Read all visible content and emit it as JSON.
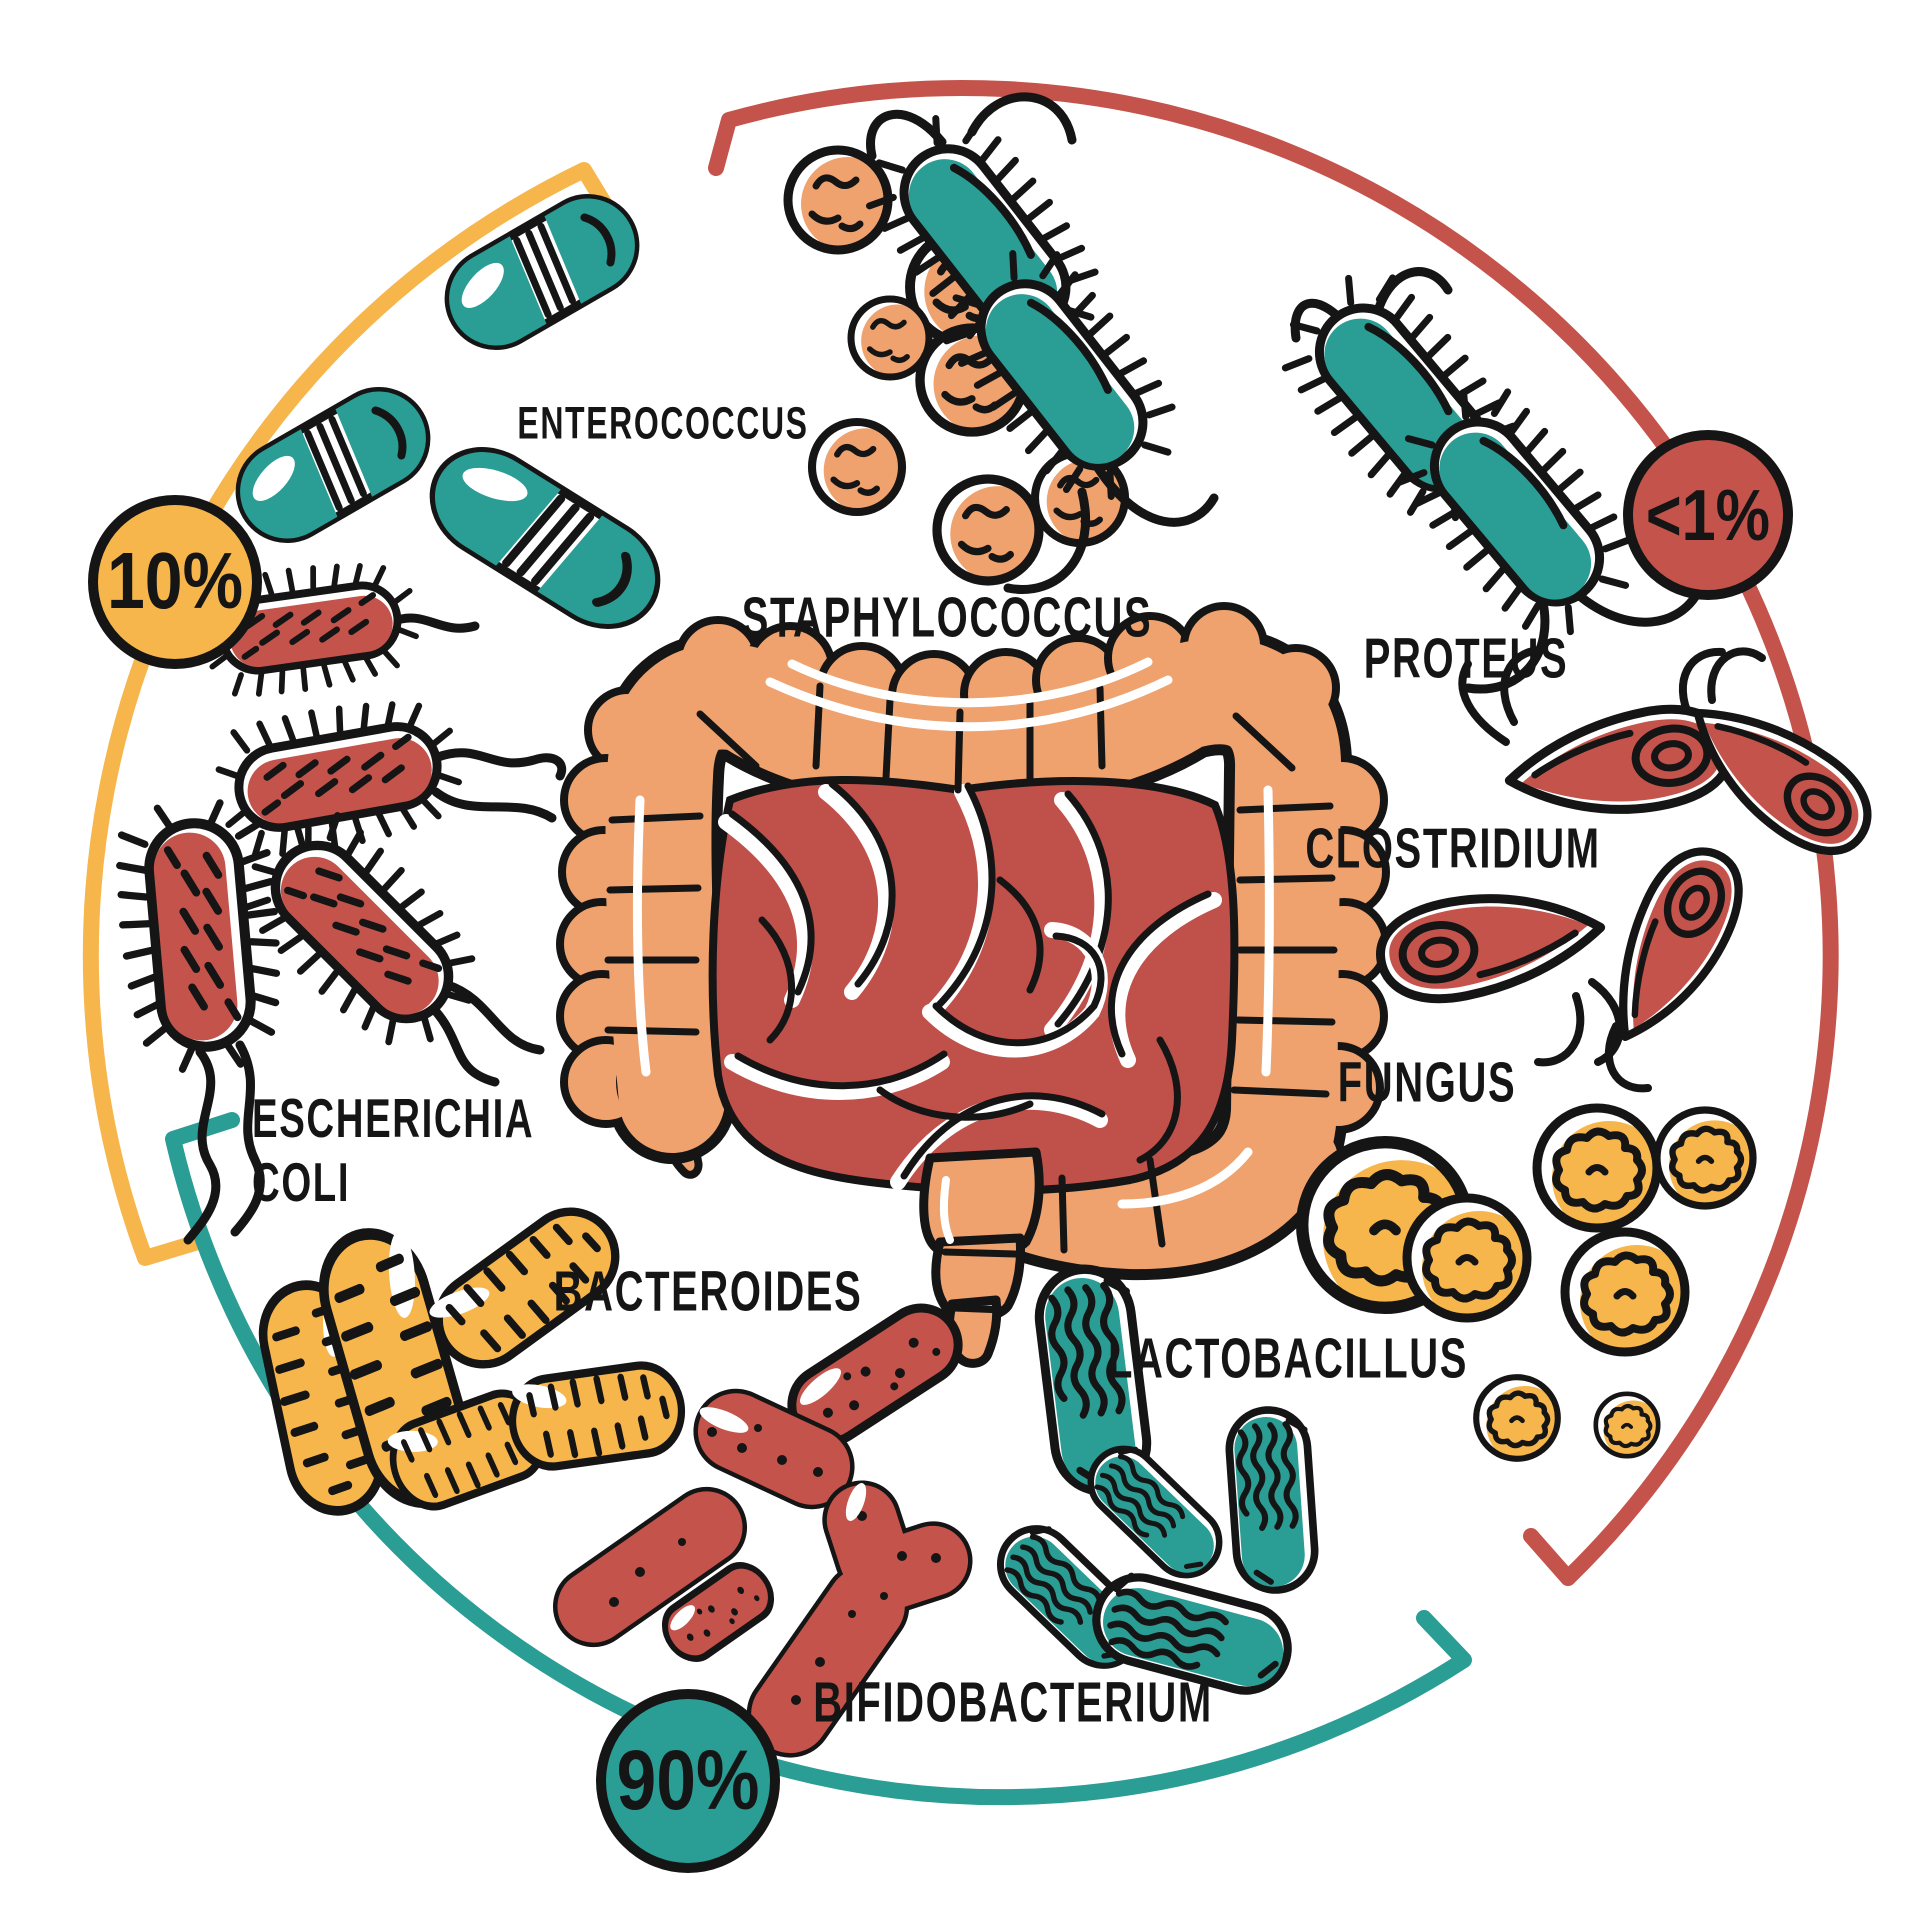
{
  "palette": {
    "teal": "#2A9D95",
    "orange": "#EFA26D",
    "yellow": "#F6B64B",
    "red": "#C4534B",
    "ink": "#151515",
    "background": "#FFFFFF"
  },
  "arcs": [
    {
      "id": "yellow-arc",
      "color": "#F6B64B"
    },
    {
      "id": "red-arc",
      "color": "#C4534B"
    },
    {
      "id": "teal-arc",
      "color": "#2A9D95"
    }
  ],
  "percent_badges": [
    {
      "id": "yellow",
      "value": "10%",
      "color": "#F6B64B"
    },
    {
      "id": "red",
      "value": "<1%",
      "color": "#C4534B"
    },
    {
      "id": "teal",
      "value": "90%",
      "color": "#2A9D95"
    }
  ],
  "labels": {
    "enterococcus": "ENTEROCOCCUS",
    "staphylococcus": "STAPHYLOCOCCUS",
    "proteus": "PROTEUS",
    "clostridium": "CLOSTRIDIUM",
    "fungus": "FUNGUS",
    "escherichia_line1": "ESCHERICHIA",
    "escherichia_line2": "COLI",
    "bacteroides": "BACTEROIDES",
    "lactobacillus": "LACTOBACILLUS",
    "bifidobacterium": "BIFIDOBACTERIUM"
  },
  "organisms": [
    {
      "id": "enterococcus",
      "label": "ENTEROCOCCUS",
      "color": "#2A9D95"
    },
    {
      "id": "staphylococcus",
      "label": "STAPHYLOCOCCUS",
      "color": "#EFA26D"
    },
    {
      "id": "proteus",
      "label": "PROTEUS",
      "color": "#2A9D95"
    },
    {
      "id": "clostridium",
      "label": "CLOSTRIDIUM",
      "color": "#C4534B"
    },
    {
      "id": "fungus",
      "label": "FUNGUS",
      "color": "#F6B64B"
    },
    {
      "id": "escherichia-coli",
      "label": "ESCHERICHIA COLI",
      "color": "#C4534B"
    },
    {
      "id": "bacteroides",
      "label": "BACTEROIDES",
      "color": "#F6B64B"
    },
    {
      "id": "lactobacillus",
      "label": "LACTOBACILLUS",
      "color": "#2A9D95"
    },
    {
      "id": "bifidobacterium",
      "label": "BIFIDOBACTERIUM",
      "color": "#C4534B"
    }
  ]
}
